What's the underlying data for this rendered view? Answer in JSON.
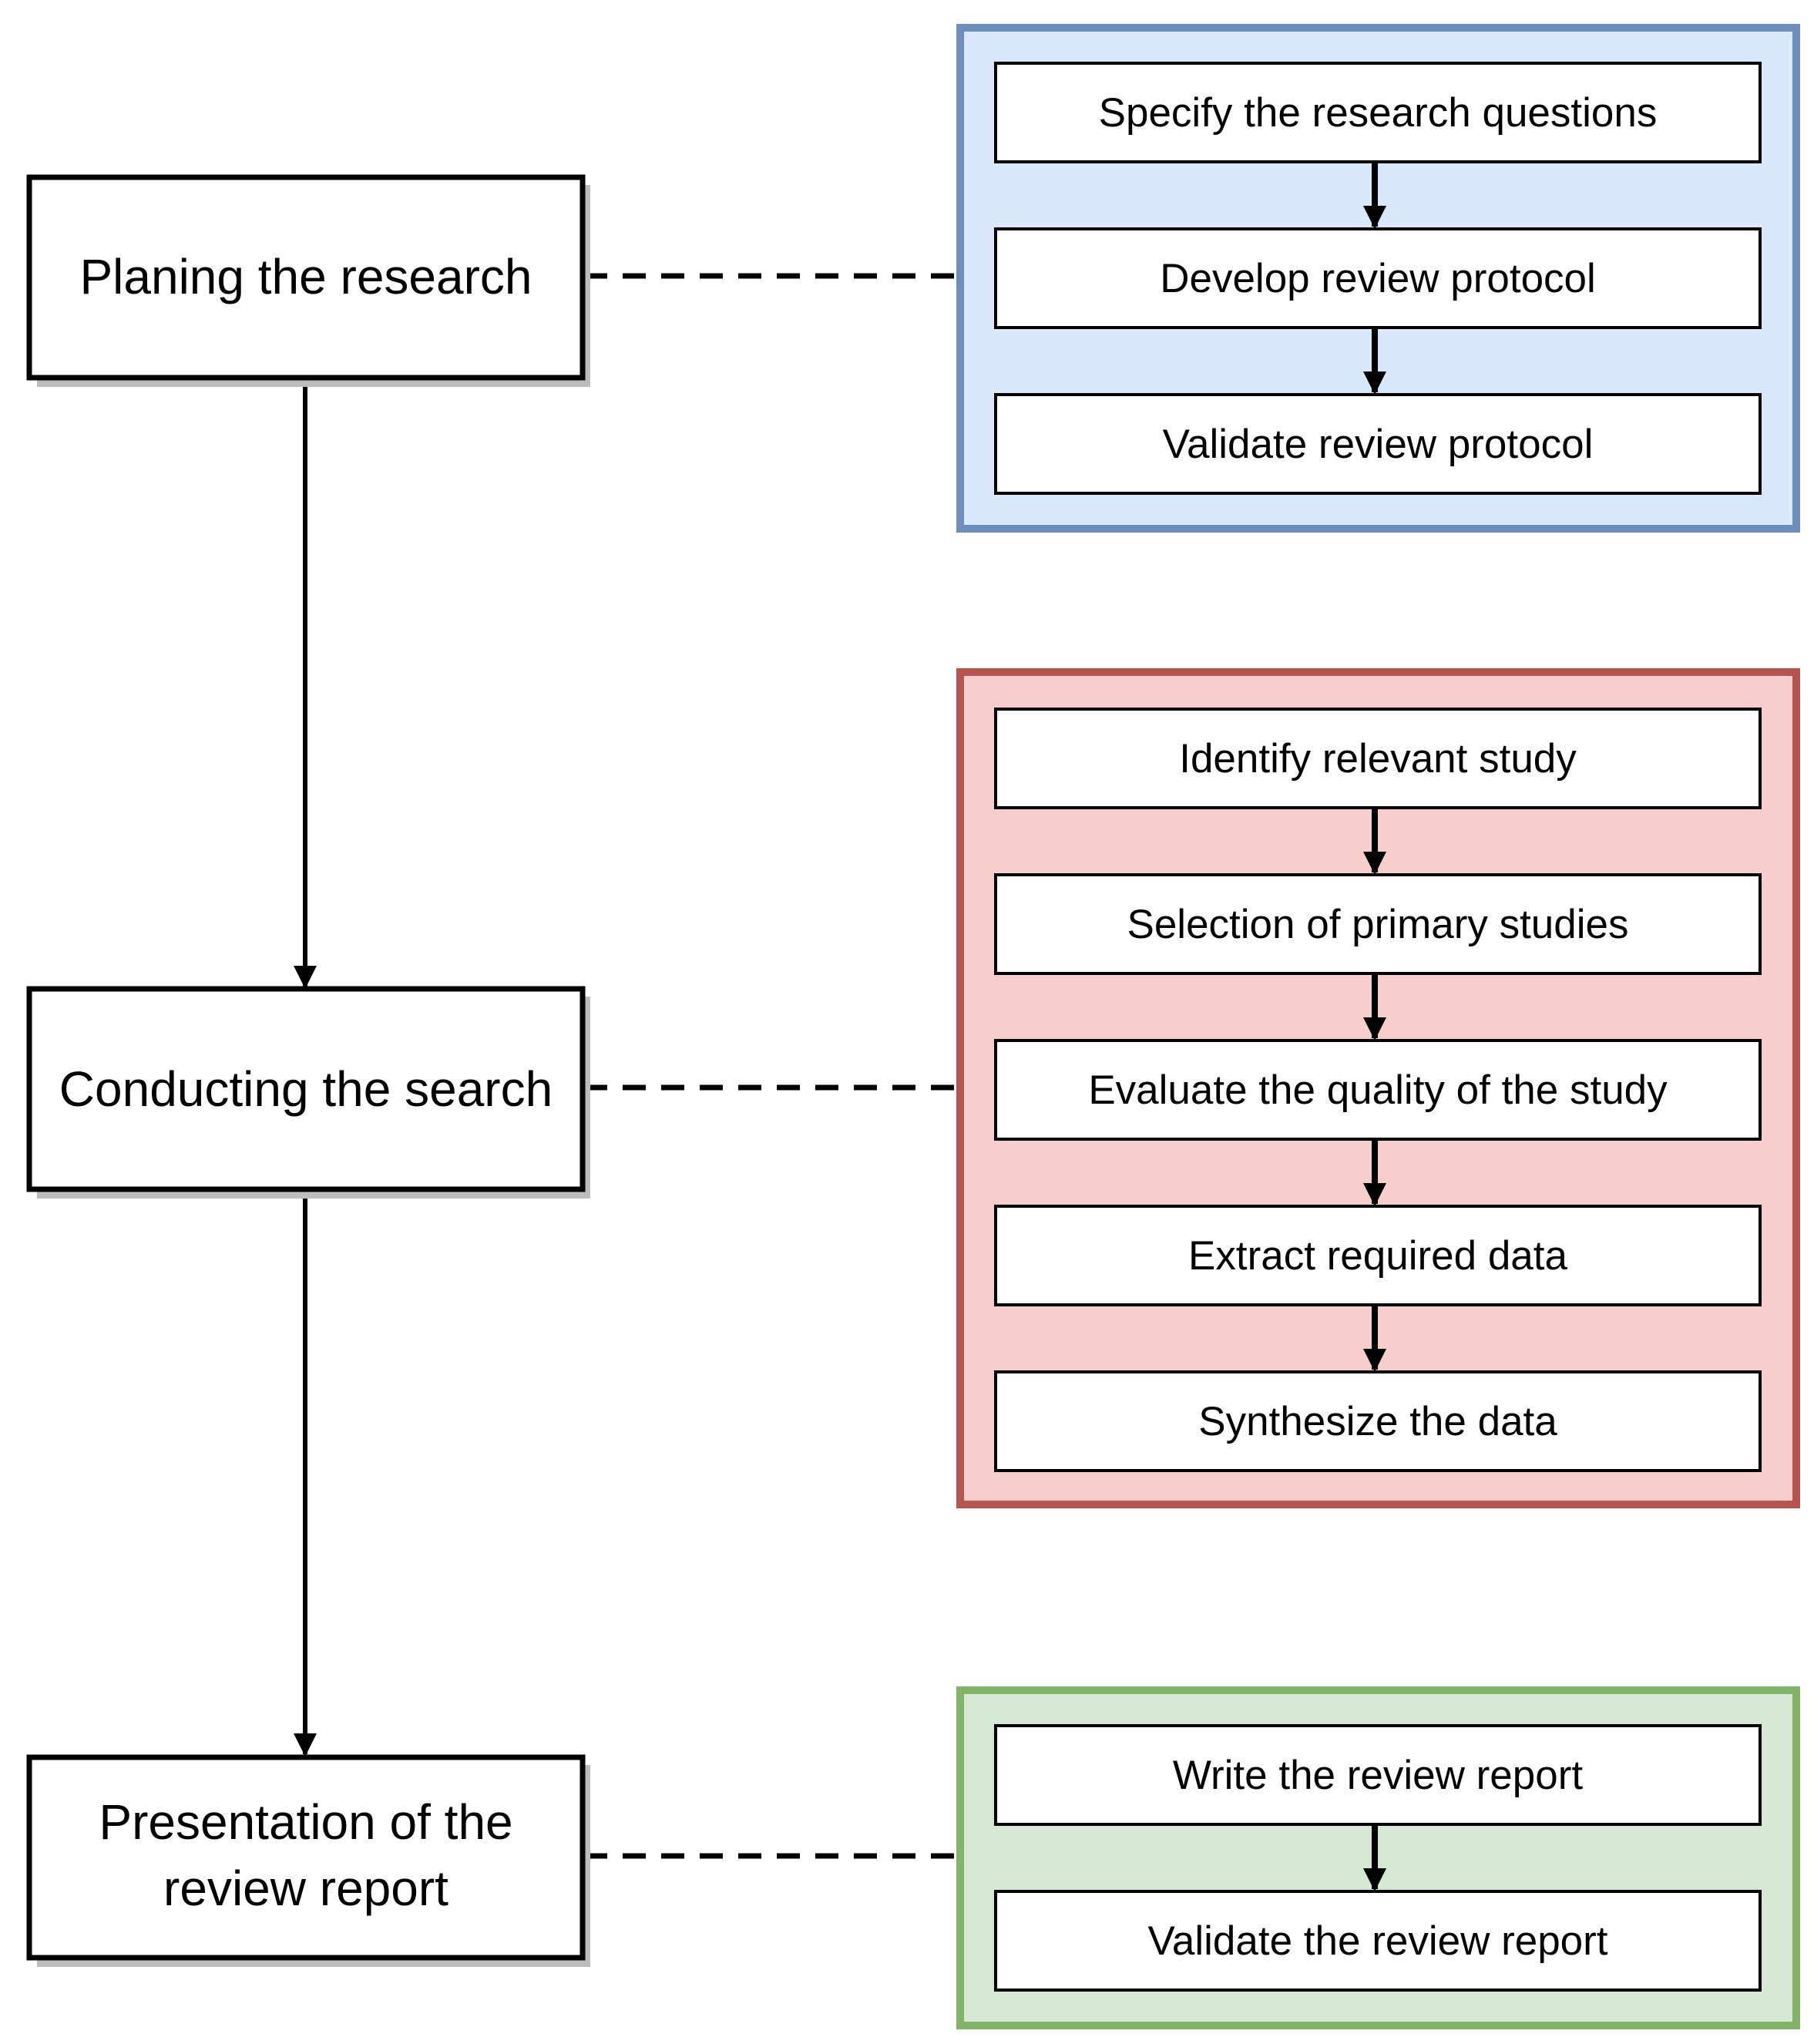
{
  "colors": {
    "ink": "#000000",
    "shadow": "#bdbdbd",
    "planning_fill": "#dae8fc",
    "planning_stroke": "#6c8ebf",
    "conducting_fill": "#f8cecc",
    "conducting_stroke": "#b85450",
    "reporting_fill": "#d5e8d4",
    "reporting_stroke": "#82b366"
  },
  "phases": [
    {
      "id": "planning",
      "lines": [
        "Planing the research"
      ]
    },
    {
      "id": "conducting",
      "lines": [
        "Conducting the search"
      ]
    },
    {
      "id": "reporting",
      "lines": [
        "Presentation of the",
        "review report"
      ]
    }
  ],
  "groups": [
    {
      "id": "planning",
      "steps": [
        "Specify the research questions",
        "Develop review protocol",
        "Validate review protocol"
      ]
    },
    {
      "id": "conducting",
      "steps": [
        "Identify relevant study",
        "Selection of primary studies",
        "Evaluate the quality of the study",
        "Extract required data",
        "Synthesize the data"
      ]
    },
    {
      "id": "reporting",
      "steps": [
        "Write the review report",
        "Validate the review report"
      ]
    }
  ]
}
